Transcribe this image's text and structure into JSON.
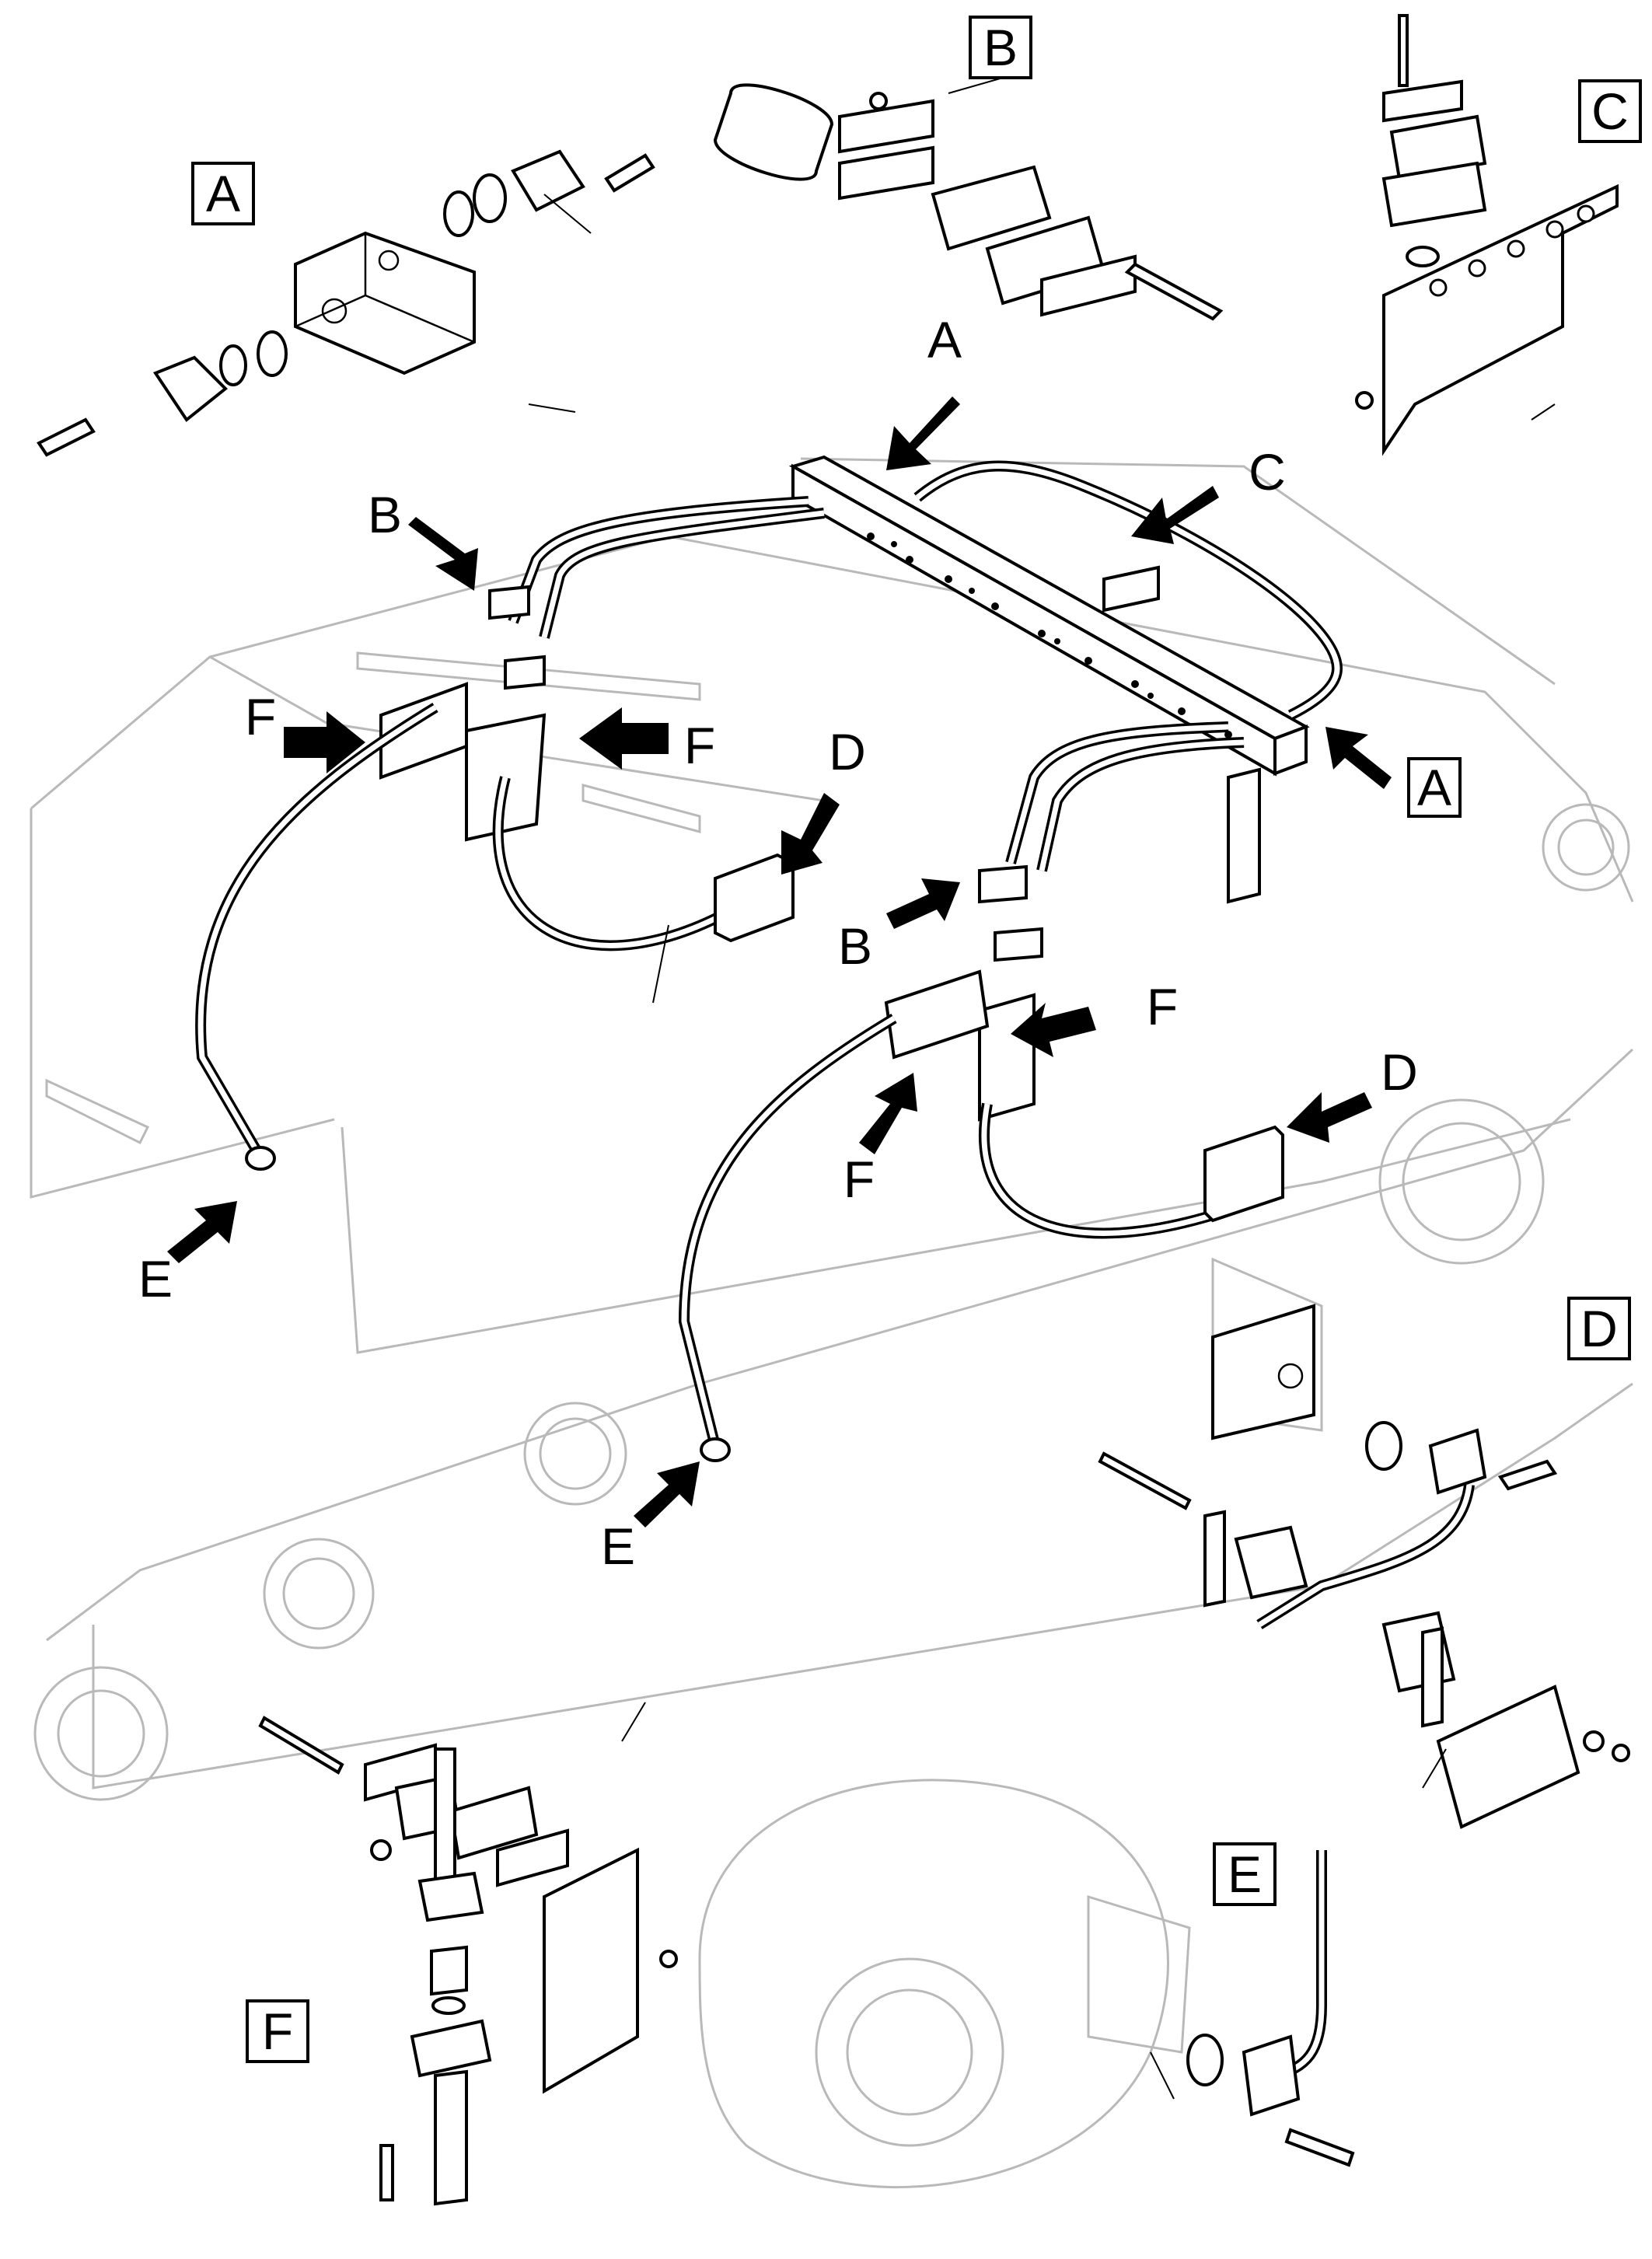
{
  "callouts": {
    "detail_a": "A",
    "detail_b": "B",
    "detail_c": "C",
    "detail_d": "D",
    "detail_e": "E",
    "detail_f": "F"
  },
  "arrows": {
    "a_top": "A",
    "a_right": "A",
    "b_left": "B",
    "b_right": "B",
    "c": "C",
    "d_center": "D",
    "d_right": "D",
    "e_left": "E",
    "e_center": "E",
    "f_left_1": "F",
    "f_left_2": "F",
    "f_right_1": "F",
    "f_right_2": "F"
  }
}
